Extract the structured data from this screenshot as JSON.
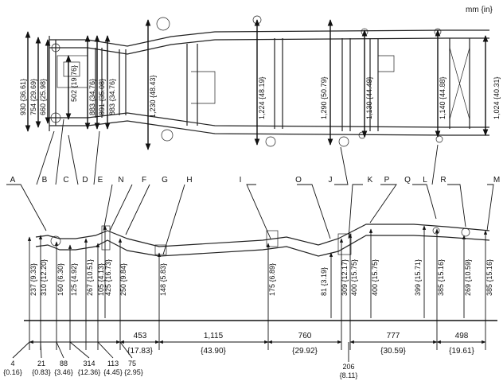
{
  "unit_note": "mm {in}",
  "vertical_dims": [
    {
      "value": "930 {36.61}"
    },
    {
      "value": "754 {29.69}"
    },
    {
      "value": "660 {25.98}"
    },
    {
      "value": "502 {19.76}"
    },
    {
      "value": "883 {34.76}"
    },
    {
      "value": "891 {35.08}"
    },
    {
      "value": "883 {34.76}"
    },
    {
      "value": "1,230 {48.43}"
    },
    {
      "value": "1,224 {48.19}"
    },
    {
      "value": "1,290 {50.79}"
    },
    {
      "value": "1,130 {44.49}"
    },
    {
      "value": "1,140 {44.88}"
    },
    {
      "value": "1,024 {40.31}"
    }
  ],
  "point_labels": [
    "A",
    "B",
    "C",
    "D",
    "E",
    "N",
    "F",
    "G",
    "H",
    "I",
    "O",
    "J",
    "K",
    "P",
    "Q",
    "L",
    "R",
    "M"
  ],
  "height_dims": [
    {
      "value": "237 {9.33}"
    },
    {
      "value": "310 {12.20}"
    },
    {
      "value": "160 {6.30}"
    },
    {
      "value": "125 {4.92}"
    },
    {
      "value": "267 {10.51}"
    },
    {
      "value": "105 {4.13}"
    },
    {
      "value": "425 {16.73}"
    },
    {
      "value": "250 {9.84}"
    },
    {
      "value": "148 {5.83}"
    },
    {
      "value": "175 {6.89}"
    },
    {
      "value": "81 {3.19}"
    },
    {
      "value": "309 {12.17}"
    },
    {
      "value": "400 {15.75}"
    },
    {
      "value": "400 {15.75}"
    },
    {
      "value": "399 {15.71}"
    },
    {
      "value": "385 {15.16}"
    },
    {
      "value": "269 {10.59}"
    },
    {
      "value": "385 {15.16}"
    }
  ],
  "span_dims": [
    {
      "mm": "453",
      "in": "{17.83}"
    },
    {
      "mm": "1,115",
      "in": "{43.90}"
    },
    {
      "mm": "760",
      "in": "{29.92}"
    },
    {
      "mm": "777",
      "in": "{30.59}"
    },
    {
      "mm": "498",
      "in": "{19.61}"
    }
  ],
  "bottom_dims": [
    {
      "mm": "4",
      "in": "{0.16}"
    },
    {
      "mm": "21",
      "in": "{0.83}"
    },
    {
      "mm": "88",
      "in": "{3.46}"
    },
    {
      "mm": "314",
      "in": "{12.36}"
    },
    {
      "mm": "113",
      "in": "{4.45}"
    },
    {
      "mm": "75",
      "in": "{2.95}"
    },
    {
      "mm": "206",
      "in": "{8.11}"
    }
  ]
}
